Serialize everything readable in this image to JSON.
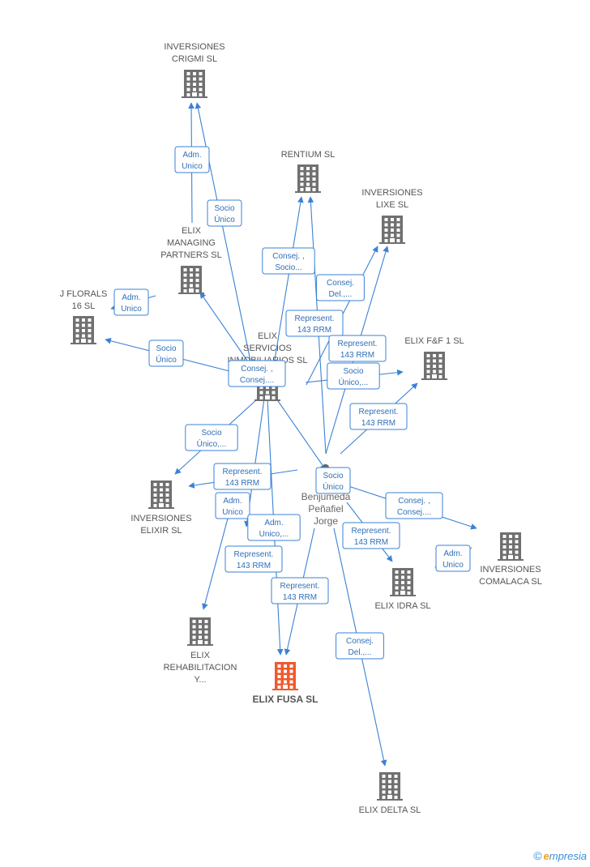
{
  "companies": [
    {
      "id": "crigmi",
      "label": [
        "INVERSIONES",
        "CRIGMI SL"
      ],
      "color": "#707070"
    },
    {
      "id": "rentium",
      "label": [
        "RENTIUM SL"
      ],
      "color": "#707070"
    },
    {
      "id": "lixe",
      "label": [
        "INVERSIONES",
        "LIXE SL"
      ],
      "color": "#707070"
    },
    {
      "id": "managing",
      "label": [
        "ELIX",
        "MANAGING",
        "PARTNERS  SL"
      ],
      "color": "#707070"
    },
    {
      "id": "jflorals",
      "label": [
        "J FLORALS",
        "16  SL"
      ],
      "color": "#707070"
    },
    {
      "id": "servicios",
      "label": [
        "ELIX",
        "SERVICIOS",
        "INMOBILIARIOS SL"
      ],
      "color": "#707070"
    },
    {
      "id": "ff1",
      "label": [
        "ELIX F&F 1 SL"
      ],
      "color": "#707070"
    },
    {
      "id": "elixir",
      "label": [
        "INVERSIONES",
        "ELIXIR SL"
      ],
      "color": "#707070"
    },
    {
      "id": "comalaca",
      "label": [
        "INVERSIONES",
        "COMALACA SL"
      ],
      "color": "#707070"
    },
    {
      "id": "idra",
      "label": [
        "ELIX IDRA SL"
      ],
      "color": "#707070"
    },
    {
      "id": "rehab",
      "label": [
        "ELIX",
        "REHABILITACION",
        "Y..."
      ],
      "color": "#707070"
    },
    {
      "id": "fusa",
      "label": [
        "ELIX FUSA  SL"
      ],
      "color": "#ef5a2e",
      "focus": true
    },
    {
      "id": "delta",
      "label": [
        "ELIX DELTA  SL"
      ],
      "color": "#707070"
    }
  ],
  "person": {
    "id": "person",
    "label": [
      "Benjumeda",
      "Peñafiel",
      "Jorge"
    ]
  },
  "edges": [
    {
      "id": "e1",
      "label": [
        "Adm.",
        "Unico"
      ]
    },
    {
      "id": "e2",
      "label": [
        "Socio",
        "Único"
      ]
    },
    {
      "id": "e3",
      "label": [
        "Consej. ,",
        "Socio..."
      ]
    },
    {
      "id": "e4",
      "label": [
        "Consej.",
        "Del.,..."
      ]
    },
    {
      "id": "e5",
      "label": [
        "Adm.",
        "Unico"
      ]
    },
    {
      "id": "e6",
      "label": [
        "Represent.",
        "143 RRM"
      ]
    },
    {
      "id": "e7",
      "label": [
        "Represent.",
        "143 RRM"
      ]
    },
    {
      "id": "e8",
      "label": [
        "Socio",
        "Único"
      ]
    },
    {
      "id": "e9",
      "label": [
        "Consej. ,",
        "Consej...."
      ]
    },
    {
      "id": "e10",
      "label": [
        "Socio",
        "Único,..."
      ]
    },
    {
      "id": "e11",
      "label": [
        "Represent.",
        "143 RRM"
      ]
    },
    {
      "id": "e12",
      "label": [
        "Socio",
        "Único,..."
      ]
    },
    {
      "id": "e13",
      "label": [
        "Represent.",
        "143 RRM"
      ]
    },
    {
      "id": "e14",
      "label": [
        "Socio",
        "Único"
      ]
    },
    {
      "id": "e15",
      "label": [
        "Adm.",
        "Unico"
      ]
    },
    {
      "id": "e16",
      "label": [
        "Adm.",
        "Unico,..."
      ]
    },
    {
      "id": "e17",
      "label": [
        "Consej. ,",
        "Consej...."
      ]
    },
    {
      "id": "e18",
      "label": [
        "Represent.",
        "143 RRM"
      ]
    },
    {
      "id": "e19",
      "label": [
        "Adm.",
        "Unico"
      ]
    },
    {
      "id": "e20",
      "label": [
        "Represent.",
        "143 RRM"
      ]
    },
    {
      "id": "e21",
      "label": [
        "Represent.",
        "143 RRM"
      ]
    },
    {
      "id": "e22",
      "label": [
        "Consej.",
        "Del.,..."
      ]
    }
  ],
  "footer": {
    "copyright": "©",
    "brand_initial": "e",
    "brand_rest": "mpresia"
  }
}
